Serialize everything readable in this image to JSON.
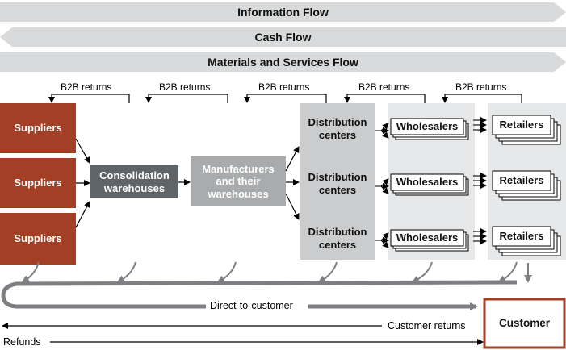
{
  "flows": {
    "information": "Information Flow",
    "cash": "Cash Flow",
    "materials": "Materials and Services Flow"
  },
  "b2b_returns": [
    "B2B returns",
    "B2B returns",
    "B2B returns",
    "B2B returns",
    "B2B returns"
  ],
  "suppliers": [
    "Suppliers",
    "Suppliers",
    "Suppliers"
  ],
  "consolidation": "Consolidation warehouses",
  "manufacturers": "Manufacturers and their warehouses",
  "distribution_centers": [
    "Distribution centers",
    "Distribution centers",
    "Distribution centers"
  ],
  "wholesalers": [
    "Wholesalers",
    "Wholesalers",
    "Wholesalers"
  ],
  "retailers": [
    "Retailers",
    "Retailers",
    "Retailers"
  ],
  "direct_to_customer": "Direct-to-customer",
  "customer_returns": "Customer returns",
  "refunds": "Refunds",
  "customer": "Customer",
  "colors": {
    "supplier_fill": "#a23f24",
    "consolidation_fill": "#5f6468",
    "manufacturer_fill": "#a9abac",
    "dc_fill": "#cbcccd",
    "wholesale_panel": "#e6e7e8",
    "flow_band": "#d9dadb",
    "customer_border": "#a23f24"
  }
}
